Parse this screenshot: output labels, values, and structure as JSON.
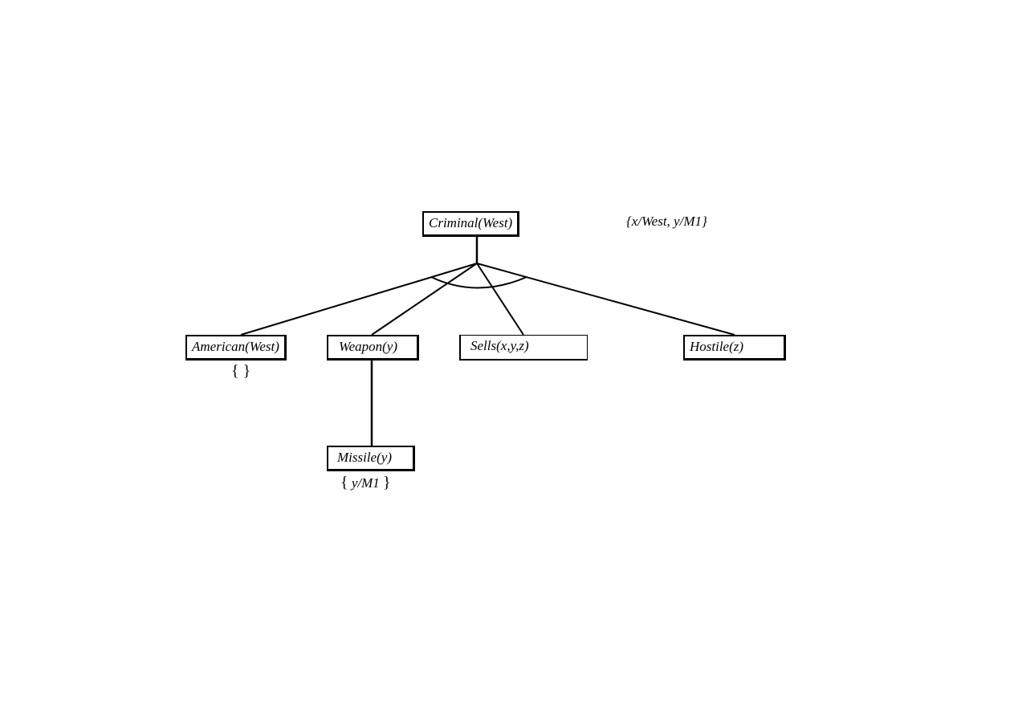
{
  "nodes": {
    "root": "Criminal(West)",
    "american": "American(West)",
    "weapon": "Weapon(y)",
    "sells": "Sells(x,y,z)",
    "hostile": "Hostile(z)",
    "missile": "Missile(y)"
  },
  "substitutions": {
    "root": "{x/West, y/M1}",
    "american": "{ }",
    "missile_open": "{",
    "missile_body": "y/M1",
    "missile_close": "}"
  },
  "colors": {
    "line": "#000000",
    "background": "#ffffff"
  }
}
